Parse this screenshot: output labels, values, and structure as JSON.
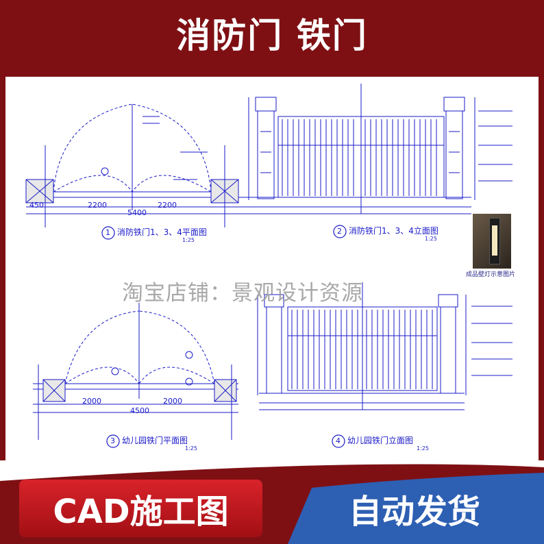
{
  "header": {
    "title": "消防门 铁门"
  },
  "watermark": "淘宝店铺：景观设计资源",
  "drawings": [
    {
      "num": "1",
      "label": "消防铁门1、3、4平面图",
      "scale": "1:25"
    },
    {
      "num": "2",
      "label": "消防铁门1、3、4立面图",
      "scale": "1:25"
    },
    {
      "num": "3",
      "label": "幼儿园铁门平面图",
      "scale": "1:25"
    },
    {
      "num": "4",
      "label": "幼儿园铁门立面图",
      "scale": "1:25"
    }
  ],
  "dimensions": {
    "d1": "2200",
    "d2": "2200",
    "total": "5400",
    "d3": "2000",
    "d4": "2000",
    "total2": "4500",
    "side": "450"
  },
  "photo_caption": "成品壁灯示意图片",
  "footer": {
    "left_label": "CAD施工图",
    "right_label": "自动发货"
  },
  "colors": {
    "banner": "#7e1014",
    "drawing": "#1a1ac8",
    "left_button": "#c41a20",
    "right_button": "#2d5fb3"
  }
}
